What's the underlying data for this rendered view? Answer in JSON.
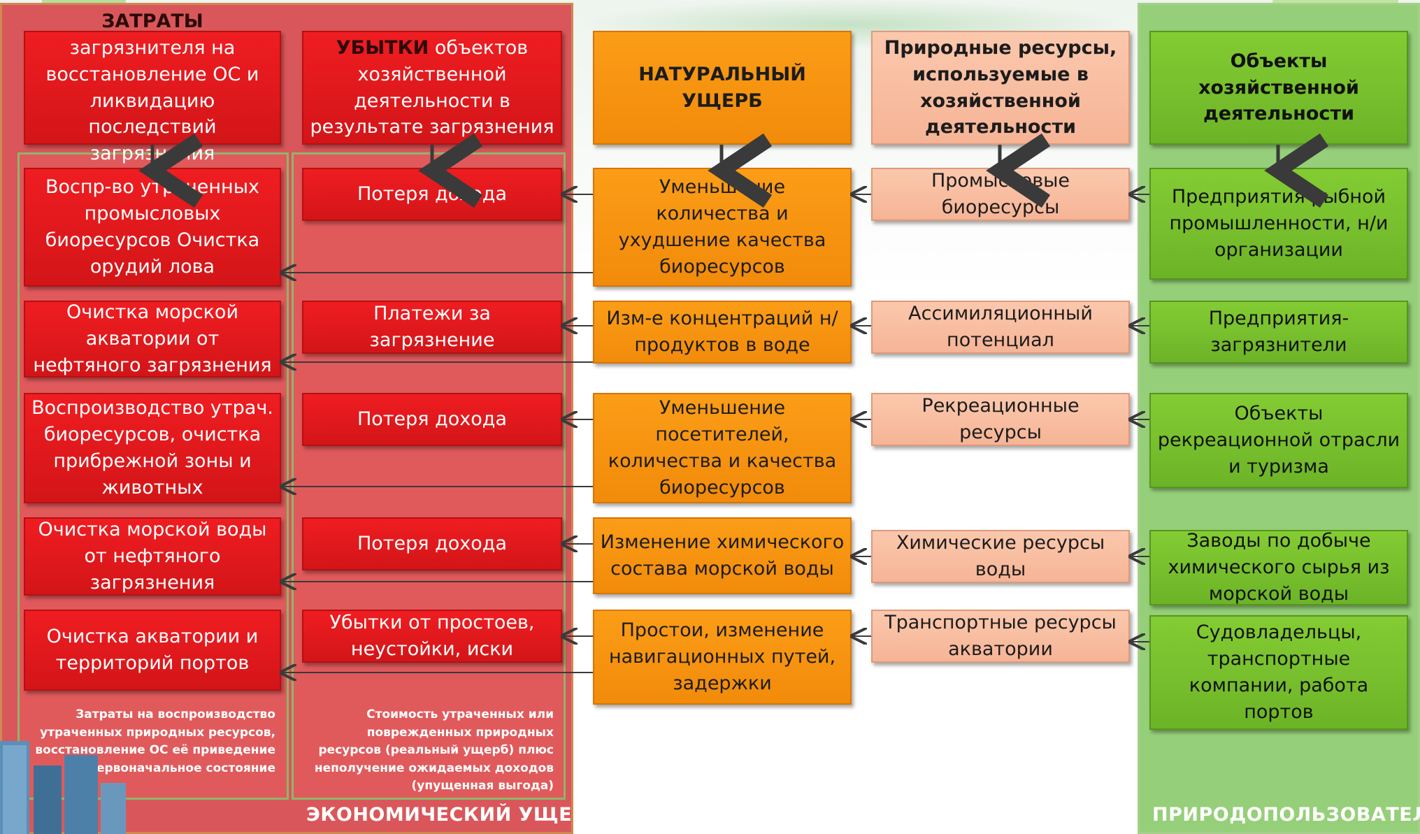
{
  "colors": {
    "econ_panel": "#d9575a",
    "users_panel": "#96cf79",
    "red_box": "#e31a1c",
    "orange_box": "#f7941d",
    "peach_box": "#f8bea2",
    "green_box": "#77c12d",
    "arrow": "#3a3a3a"
  },
  "headers": {
    "costs": {
      "bold": "ЗАТРАТЫ",
      "rest": " загрязнителя на восстановление ОС и ликвидацию последствий загрязнения"
    },
    "losses": {
      "bold": "УБЫТКИ",
      "rest": " объектов хозяйственной деятельности в результате загрязнения"
    },
    "natural_damage": "НАТУРАЛЬНЫЙ УЩЕРБ",
    "resources": "Природные ресурсы, используемые в хозяйственной деятельности",
    "objects": "Объекты хозяйственной деятельности"
  },
  "rows": [
    {
      "cost": "Воспр-во утраченных промысловых биоресурсов Очистка орудий лова",
      "loss": "Потеря дохода",
      "damage": "Уменьшение количества и ухудшение качества биоресурсов",
      "resource": "Промысловые биоресурсы",
      "user": "Предприятия рыбной промышленности, н/и организации"
    },
    {
      "cost": "Очистка морской акватории от нефтяного загрязнения",
      "loss": "Платежи за загрязнение",
      "damage": "Изм-е концентраций н/продуктов в воде",
      "resource": "Ассимиляционный потенциал",
      "user": "Предприятия-загрязнители"
    },
    {
      "cost": "Воспроизводство утрач. биоресурсов, очистка прибрежной зоны и животных",
      "loss": "Потеря дохода",
      "damage": "Уменьшение посетителей, количества и качества биоресурсов",
      "resource": "Рекреационные ресурсы",
      "user": "Объекты рекреационной отрасли и туризма"
    },
    {
      "cost": "Очистка морской воды от нефтяного загрязнения",
      "loss": "Потеря дохода",
      "damage": "Изменение химического состава морской воды",
      "resource": "Химические ресурсы воды",
      "user": "Заводы по добыче химического сырья из морской воды"
    },
    {
      "cost": "Очистка акватории и территорий портов",
      "loss": "Убытки от простоев, неустойки, иски",
      "damage": "Простои, изменение навигационных путей, задержки",
      "resource": "Транспортные ресурсы акватории",
      "user": "Судовладельцы, транспортные компании, работа портов"
    }
  ],
  "notes": {
    "costs": "Затраты на воспроизводство утраченных природных ресурсов, восстановление ОС её приведение в первоначальное состояние",
    "losses": "Стоимость утраченных или поврежденных природных ресурсов (реальный ущерб) плюс неполучение ожидаемых доходов (упущенная выгода)"
  },
  "footers": {
    "economic": "ЭКОНОМИЧЕСКИЙ УЩЕРБ",
    "users": "ПРИРОДОПОЛЬЗОВАТЕЛИ"
  }
}
